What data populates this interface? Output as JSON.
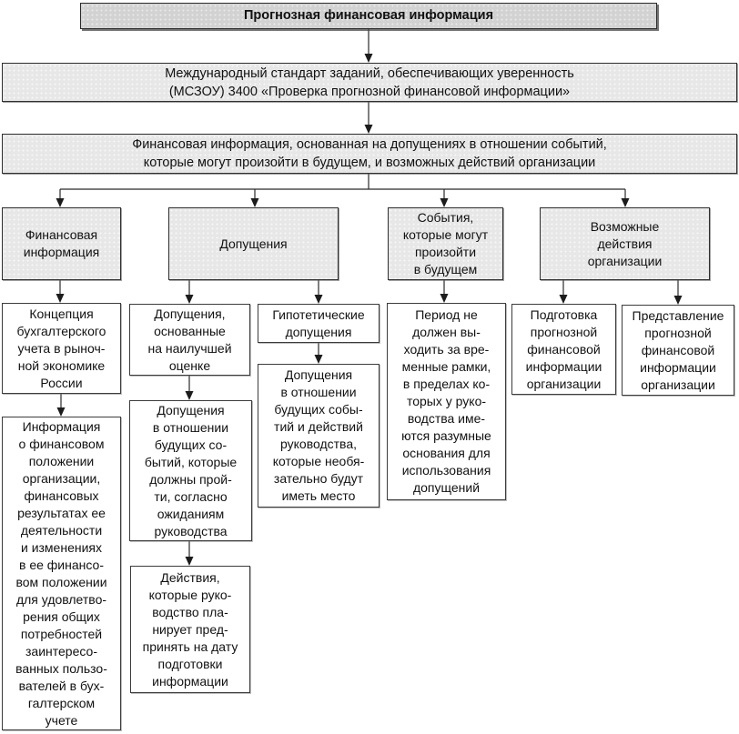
{
  "diagram_title": "Прогнозная финансовая информация",
  "colors": {
    "title_fill": "#d2d2d2",
    "bar_fill": "#e7e7e7",
    "box_fill": "#ffffff",
    "border": "#2f2f2f",
    "connector": "#2a2a2a"
  },
  "nodes": {
    "title": "Прогнозная финансовая информация",
    "standard": "Международный стандарт заданий, обеспечивающих уверенность\n(МСЗОУ) 3400 «Проверка прогнозной финансовой информации»",
    "basis": "Финансовая информация, основанная на допущениях в отношении событий,\nкоторые могут произойти в будущем, и возможных действий организации",
    "branch_financial_info": "Финансовая\nинформация",
    "branch_assumptions": "Допущения",
    "branch_events": "События,\nкоторые могут\nпроизойти\nв будущем",
    "branch_actions": "Возможные\nдействия\nорганизации",
    "accounting_concept": "Концепция\nбухгалтерского\nучета в рыноч-\nной экономике\nРоссии",
    "information_purpose": "Информация\nо финансовом\nположении\nорганизации,\nфинансовых\nрезультатах ее\nдеятельности\nи изменениях\nв ее финансо-\nвом положении\nдля удовлетво-\nрения общих\nпотребностей\nзаинтересо-\nванных пользо-\nвателей в бух-\nгалтерском\nучете",
    "best_estimate": "Допущения,\nоснованные\nна наилучшей\nоценке",
    "expected_events": "Допущения\nв отношении\nбудущих со-\nбытий, которые\nдолжны прой-\nти, согласно\nожиданиям\nруководства",
    "planned_actions": "Действия,\nкоторые руко-\nводство пла-\nнирует пред-\nпринять на дату\nподготовки\nинформации",
    "hypothetical": "Гипотетические\nдопущения",
    "hypothetical_detail": "Допущения\nв отношении\nбудущих собы-\nтий и действий\nруководства,\nкоторые необя-\nзательно будут\nиметь место",
    "period_limits": "Период не\nдолжен вы-\nходить за вре-\nменные рамки,\nв пределах ко-\nторых у руко-\nводства име-\nются разумные\nоснования для\nиспользования\nдопущений",
    "preparation": "Подготовка\nпрогнозной\nфинансовой\nинформации\nорганизации",
    "presentation": "Представление\nпрогнозной\nфинансовой\nинформации\nорганизации"
  }
}
